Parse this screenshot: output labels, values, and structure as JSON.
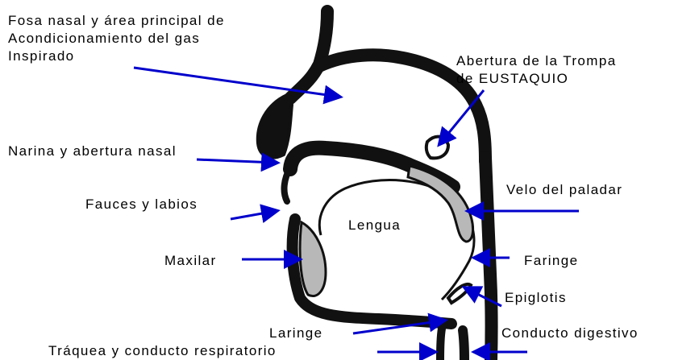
{
  "labels": {
    "fosa_nasal_line1": "Fosa nasal y área principal de",
    "fosa_nasal_line2": "Acondicionamiento del gas",
    "fosa_nasal_line3": "Inspirado",
    "trompa_line1": "Abertura de la Trompa",
    "trompa_line2": "de EUSTAQUIO",
    "narina": "Narina y abertura nasal",
    "velo": "Velo del paladar",
    "fauces": "Fauces y labios",
    "lengua": "Lengua",
    "maxilar": "Maxilar",
    "faringe": "Faringe",
    "epiglotis": "Epiglotis",
    "laringe": "Laringe",
    "conducto_digestivo": "Conducto digestivo",
    "traquea": "Tráquea y conducto respiratorio"
  },
  "colors": {
    "arrow": "#0000cc",
    "anatomy": "#111111",
    "shade": "#b8b8b8"
  }
}
